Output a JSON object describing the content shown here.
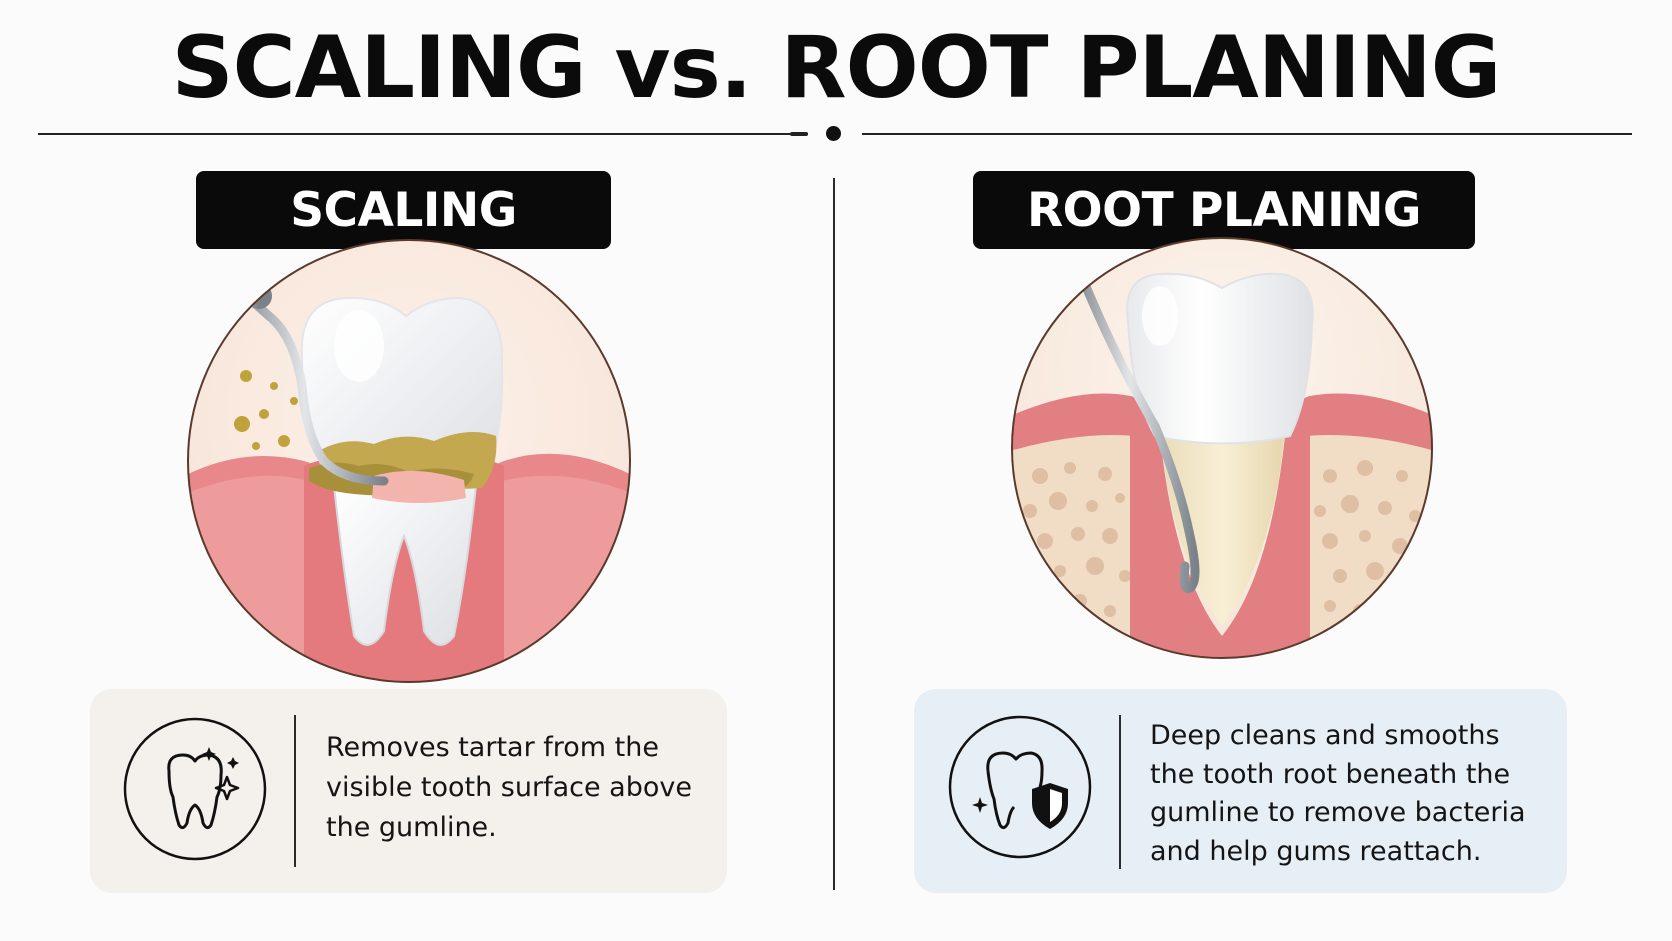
{
  "title": "SCALING vs. ROOT PLANING",
  "colors": {
    "gum": "#e67f82",
    "gum_light": "#f3b2ad",
    "tooth": "#ffffff",
    "tartar": "#b89c3a",
    "bone": "#f0d9c4",
    "instrument": "#9aa1a8",
    "card_left_bg": "#f4f0ec",
    "card_right_bg": "#e6eef6"
  },
  "panels": {
    "left": {
      "label": "SCALING",
      "icon": "tooth-sparkle-icon",
      "description": "Removes tartar from the visible tooth surface above the gumline."
    },
    "right": {
      "label": "ROOT PLANING",
      "icon": "tooth-shield-icon",
      "description": "Deep cleans and smooths the tooth root beneath the gumline to remove bacteria and help gums reattach."
    }
  }
}
